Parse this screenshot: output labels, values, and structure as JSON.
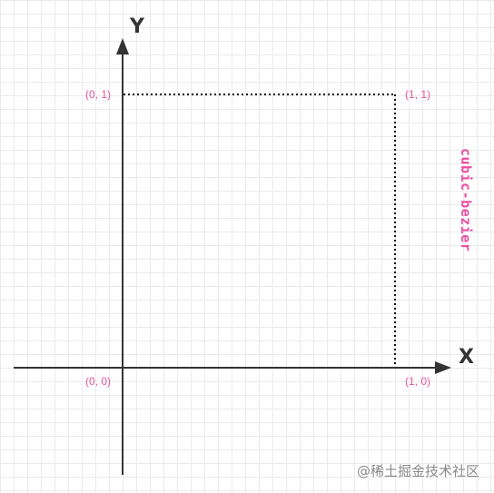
{
  "diagram": {
    "axis_labels": {
      "y": "Y",
      "x": "X"
    },
    "coordinates": {
      "top_left": "(0, 1)",
      "top_right": "(1, 1)",
      "origin": "(0, 0)",
      "bottom_right": "(1, 0)"
    },
    "side_label": "cubic-bezier",
    "watermark": "@稀土掘金技术社区"
  },
  "colors": {
    "axis": "#333333",
    "dotted": "#111111",
    "coordinate_text": "#e8569b",
    "side_label": "#ec4ea3",
    "grid": "#ebebeb",
    "watermark": "#8a8a8a"
  }
}
